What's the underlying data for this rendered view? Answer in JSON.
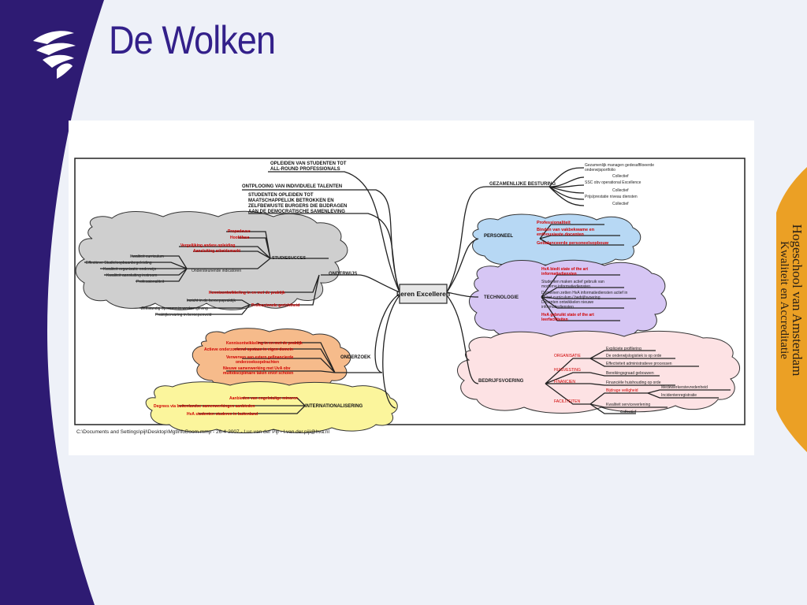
{
  "slide": {
    "title": "De Wolken"
  },
  "brand": {
    "line1": "Hogeschool van Amsterdam",
    "line2": "Kwaliteit en Accreditatie"
  },
  "mindmap": {
    "center": "Leren Excelleren",
    "top": {
      "goal1a": "OPLEIDEN VAN STUDENTEN TOT",
      "goal1b": "ALL-ROUND PROFESSIONALS",
      "goal2": "ONTPLOOING VAN INDIVIDUELE TALENTEN",
      "goal3a": "STUDENTEN OPLEIDEN TOT",
      "goal3b": "MAATSCHAPPELIJK BETROKKEN EN",
      "goal3c": "ZELFBEWUSTE BURGERS DIE BIJDRAGEN",
      "goal3d": "AAN DE DEMOCRATISCHE SAMENLEVING"
    },
    "besturing": {
      "label": "GEZAMENLIJKE BESTURING",
      "i1a": "Gezamenlijk managen gedesaffiloeerde",
      "i1b": "onderwijsportfolio",
      "i2": "Collectief",
      "i3": "SSC obv operational Excellence",
      "i4": "Collectief",
      "i5": "Prijs/prestatie niveau diensten",
      "i6": "Collectief"
    },
    "personeel": {
      "label": "PERSONEEL",
      "i1": "Professionaliteit",
      "i2a": "Binden van vakbekwame en",
      "i2b": "enthousiaste docenten",
      "i3": "Gebalanceerde personeelsopbouw"
    },
    "technologie": {
      "label": "TECHNOLOGIE",
      "i1a": "HvA biedt state of the art",
      "i1b": "informatiediensten",
      "i2a": "Studenten maken actief gebruik van",
      "i2b": "moderne informatiediensten",
      "i3a": "Domeinen zetten HvA informatiediensten actief in",
      "i3b": "bij het curriculum / bedrijfsvoering",
      "i4a": "Docenten ontwikkelen nieuwe",
      "i4b": "informatiediensten",
      "i5a": "HvA gebruikt state of the art",
      "i5b": "leerfaciliteiten"
    },
    "bedrijfsvoering": {
      "label": "BEDRIJFSVOERING",
      "organisatie": "ORGANISATIE",
      "org1": "Expliciete profilering",
      "org2": "De onderwijslogistiek is op orde",
      "org3": "Effectiviteit administratieve processen",
      "huisvesting": "HUISVESTING",
      "huis1": "Bereikingsgraad gebouwen",
      "financien": "FINANCIEN",
      "fin1": "Financiële huishouding op orde",
      "faciliteiten": "FACILITEITEN",
      "fac1": "Bijdrage veiligheid",
      "fac1a": "Medewerkerstevredenheid",
      "fac1b": "Incidentenregistratie",
      "fac2": "Kwaliteit serviceverlening",
      "fac3": "Collectief"
    },
    "onderwijs": {
      "label": "ONDERWIJS",
      "studiesucces": "STUDIESUCCES",
      "r1": "Propedeuse",
      "r2": "Hoofdfase",
      "r3": "Vergelijking andere opleiding",
      "r4": "Aansluiting arbeidsmarkt",
      "indicatoren": "Ondersteunende indicatoren",
      "k1": "Kwaliteit curriculum",
      "k2": "Effectieve Studieloopbaanbegeleiding",
      "k3": "Kwaliteit organisatie onderwijs",
      "k4": "Kwaliteit aansluiting instroom",
      "k5": "Professionaliteit",
      "kennis": "Kennisontwikkeling in en met de praktijk",
      "prof": "Professionele gerichtheid",
      "p1": "Inzicht in de beroepspraktijk",
      "p2": "Zelfstandig opereren in werkomgeving",
      "p3": "Praktijkervaring in beroepenveld"
    },
    "onderzoek": {
      "label": "ONDERZOEK",
      "i1": "Kennisontwikkeling in en met de praktijk",
      "i2": "Actieve onderzoekend opstaan in eigen domein",
      "i3a": "Verwerven van extern gefinancierde",
      "i3b": "onderzoeksopdrachten",
      "i4a": "Nieuwe samenwerking met UvA obv",
      "i4b": "multidisciplinaire taken en/of scholen"
    },
    "internationalisering": {
      "label": "INTERNATIONALISERING",
      "i1": "Aanbieden van engelstalige minoren",
      "i2": "Degrees via buitenlandse samenwerkingen aanbieden",
      "i3": "HvA studenten studeren in buitenland"
    },
    "footer": "C:\\Documents and Settings\\pijl\\Desktop\\MgtInfoBoom.mmp - 26-4-2007 - Luc van der Pijl - l.van.der.pijl@hva.nl"
  }
}
